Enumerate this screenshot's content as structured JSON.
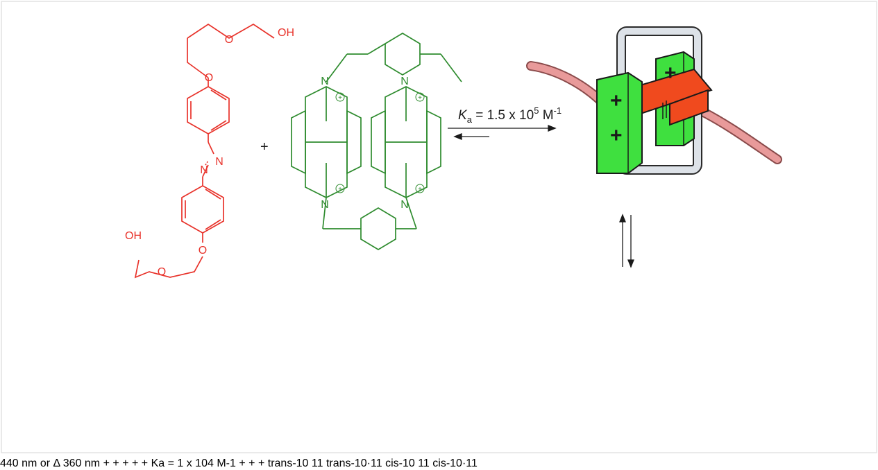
{
  "labels": {
    "trans10": {
      "prefix": "trans",
      "bold": "10"
    },
    "c11_top": "11",
    "trans10_11": {
      "prefix": "trans",
      "bold1": "10",
      "dot": "·",
      "bold2": "11"
    },
    "cis10": {
      "prefix": "cis",
      "bold": "10"
    },
    "c11_bottom": "11",
    "cis10_11": {
      "prefix": "cis",
      "bold1": "10",
      "dot": "·",
      "bold2": "11"
    },
    "plus_top": "+",
    "plus_bottom": "+"
  },
  "equilibria": {
    "top": {
      "k": "K",
      "sub": "a",
      "value": " = 1.5 x 10",
      "exp": "5",
      "unit": " M",
      "unit_exp": "-1"
    },
    "bottom": {
      "k": "K",
      "sub": "a",
      "value": " = 1 x 10",
      "exp": "4",
      "unit": " M",
      "unit_exp": "-1"
    }
  },
  "photo": {
    "up_line1": "440 nm",
    "up_line2": "or Δ",
    "down": "360 nm"
  },
  "atoms": {
    "oh_top": "OH",
    "oh_bottom": "OH",
    "o": "O",
    "n": "N",
    "plus_charge": "+",
    "cube_plus": "+"
  },
  "colors": {
    "azobenzene": "#e8322a",
    "cyclophane": "#2e8b2e",
    "green_box": "#3fe03f",
    "orange_bar": "#f04a1e",
    "pink_tail": "#e89a9a",
    "gray_frame": "#d8dde3",
    "border": "#e0e0e0"
  }
}
